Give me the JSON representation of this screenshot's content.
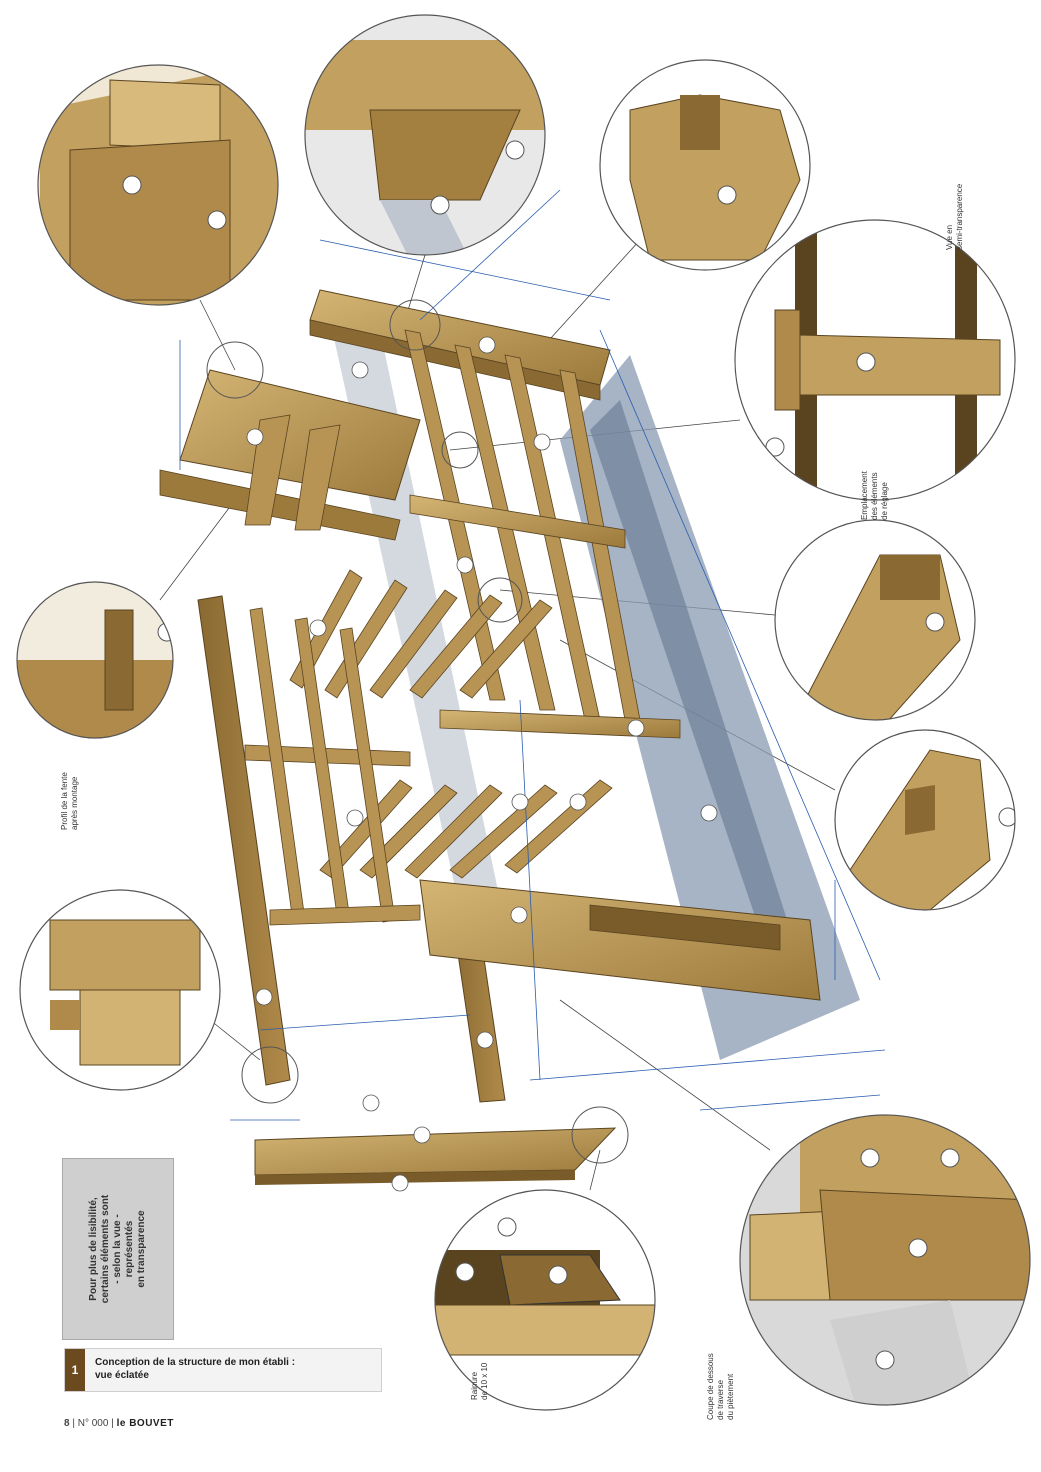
{
  "note": {
    "lines": [
      "Pour plus de lisibilité,",
      "certains éléments sont",
      "- selon la vue -",
      "représentés",
      "en transparence"
    ]
  },
  "caption": {
    "number": "1",
    "lines": [
      "Conception de la structure de mon établi :",
      "vue éclatée"
    ]
  },
  "footer": {
    "page": "8",
    "issue": "N° 000",
    "magazine": "le BOUVET"
  },
  "colors": {
    "wood": "#b79454",
    "wood_dark": "#7a5c2a",
    "wood_light": "#d6b877",
    "panel": "#8a9bb2",
    "dimension": "#2a5db0",
    "circle": "#555555"
  },
  "labels": {
    "profile_left": [
      "Profil de la fente",
      "après montage"
    ],
    "profile_bottom": [
      "Rainure",
      "de 10 x 10"
    ],
    "right_top": [
      "Vue en",
      "semi-transparence"
    ],
    "right_mid": [
      "Emplacement",
      "des éléments",
      "de réglage"
    ],
    "right_bottom": [
      "Coupe de dessous",
      "de traverse",
      "du piètement"
    ]
  }
}
